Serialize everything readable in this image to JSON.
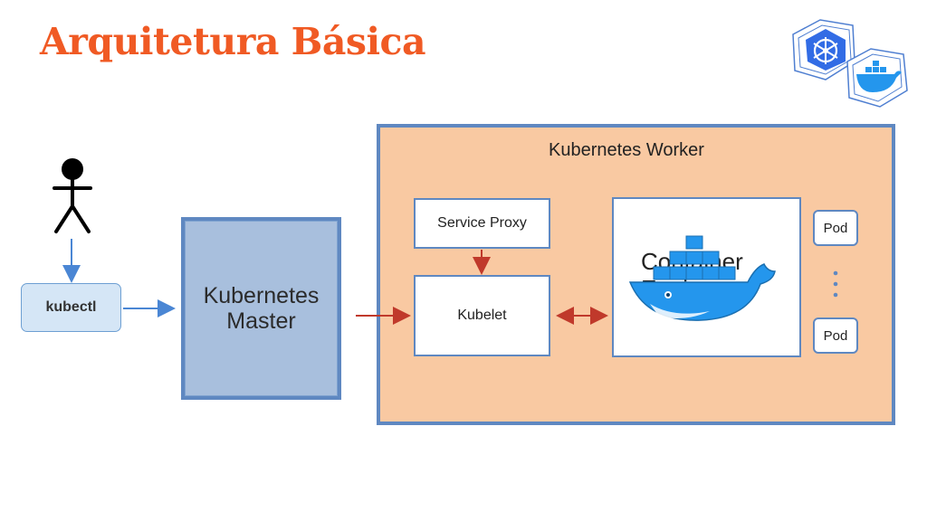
{
  "slide": {
    "title": "Arquitetura Básica"
  },
  "client": {
    "kubectl_label": "kubectl"
  },
  "master": {
    "line1": "Kubernetes",
    "line2": "Master"
  },
  "worker": {
    "title": "Kubernetes Worker",
    "service_proxy": "Service Proxy",
    "kubelet": "Kubelet",
    "container_engine": "Container Engine",
    "pods": [
      "Pod",
      "Pod"
    ]
  },
  "icons": {
    "kubernetes_logo": "kubernetes-helm-logo-icon",
    "docker_logo": "docker-whale-logo-icon",
    "user": "stick-figure-user-icon"
  },
  "colors": {
    "title": "#f05a24",
    "master_fill": "#a8bfdd",
    "worker_fill": "#f9c9a2",
    "border_blue": "#5f88c1",
    "arrow_blue": "#4a86d4",
    "arrow_red": "#c0392b",
    "docker_blue": "#2496ed"
  }
}
